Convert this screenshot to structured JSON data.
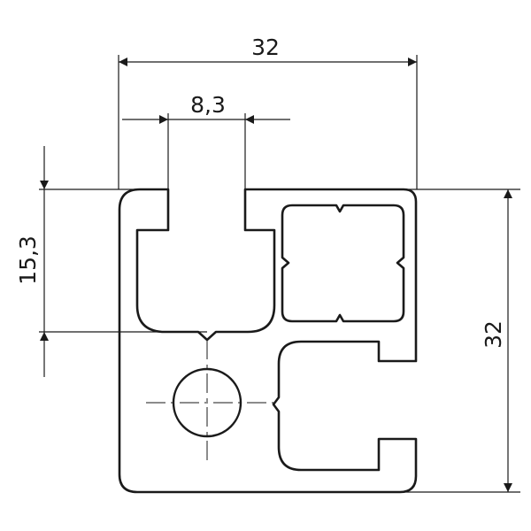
{
  "dimensions": {
    "overall_width": "32",
    "slot_width": "8,3",
    "slot_offset": "15,3",
    "overall_height": "32"
  },
  "colors": {
    "line": "#1a1a1a",
    "background": "#ffffff"
  }
}
